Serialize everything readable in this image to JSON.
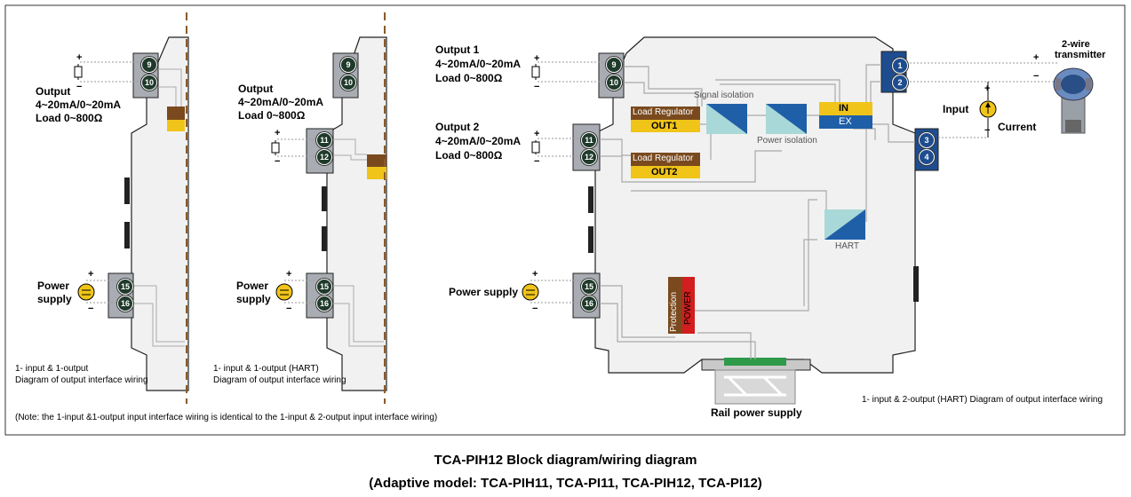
{
  "terminals": {
    "left1": [
      "9",
      "10",
      "15",
      "16"
    ],
    "left2": [
      "9",
      "10",
      "11",
      "12",
      "15",
      "16"
    ],
    "main_left": [
      "9",
      "10",
      "11",
      "12",
      "15",
      "16"
    ],
    "main_right": [
      "1",
      "2",
      "3",
      "4"
    ]
  },
  "panel1": {
    "output_title": "Output",
    "output_range": "4~20mA/0~20mA",
    "output_load": "Load 0~800Ω",
    "power_label": "Power supply",
    "caption1": "1- input & 1-output",
    "caption2": "Diagram of output interface wiring"
  },
  "panel2": {
    "output_title": "Output",
    "output_range": "4~20mA/0~20mA",
    "output_load": "Load 0~800Ω",
    "power_label": "Power supply",
    "caption1": "1- input & 1-output (HART)",
    "caption2": "Diagram of output interface wiring"
  },
  "main": {
    "output1_title": "Output 1",
    "output1_range": "4~20mA/0~20mA",
    "output1_load": "Load 0~800Ω",
    "output2_title": "Output 2",
    "output2_range": "4~20mA/0~20mA",
    "output2_load": "Load 0~800Ω",
    "power_label": "Power supply",
    "load_regulator_1": "Load Regulator",
    "out1": "OUT1",
    "load_regulator_2": "Load Regulator",
    "out2": "OUT2",
    "signal_isolation": "Signal isolation",
    "power_isolation": "Power isolation",
    "in_label": "IN",
    "ex_label": "EX",
    "hart_label": "HART",
    "protection": "Protection",
    "power_block": "POWER",
    "input_label": "Input",
    "current_label": "Current",
    "transmitter_line1": "2-wire",
    "transmitter_line2": "transmitter",
    "rail_power": "Rail power supply",
    "caption": "1- input & 2-output (HART) Diagram of output interface wiring"
  },
  "plus": "+",
  "minus": "−",
  "note": "(Note: the 1-input &1-output input interface wiring is identical to the 1-input & 2-output input interface wiring)",
  "footer": {
    "line1": "TCA-PIH12    Block diagram/wiring diagram",
    "line2": "(Adaptive model: TCA-PIH11, TCA-PI11, TCA-PIH12, TCA-PI12)"
  },
  "colors": {
    "module_fill": "#f1f1f1",
    "terminal_fill": "#a9adb3",
    "terminal_dark": "#1e4d8f",
    "brown": "#7a4a1e",
    "yellow": "#f0c419",
    "red": "#d21e1e",
    "iso_blue": "#1f5fa8",
    "iso_light": "#a9d8d8",
    "dash_brown": "#8a5a2b",
    "wire": "#999999"
  }
}
